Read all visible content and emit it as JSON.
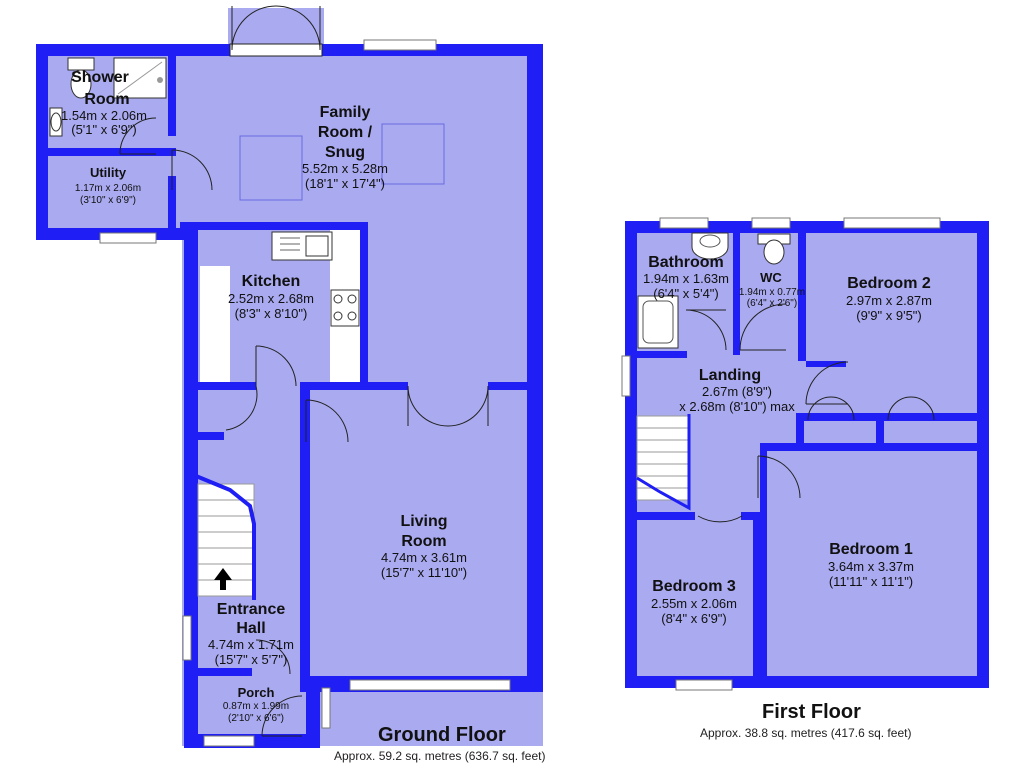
{
  "colors": {
    "wall": "#1e1ef5",
    "floor": "#aaaaf0",
    "window": "#ffffff",
    "fixture": "#ffffff"
  },
  "ground_floor": {
    "title": "Ground Floor",
    "area": "Approx. 59.2 sq. metres (636.7 sq. feet)",
    "rooms": {
      "shower_room": {
        "name1": "Shower",
        "name2": "Room",
        "metric": "1.54m x 2.06m",
        "imperial": "(5'1\" x 6'9\")"
      },
      "utility": {
        "name": "Utility",
        "metric": "1.17m x 2.06m",
        "imperial": "(3'10\" x 6'9\")"
      },
      "family_room": {
        "name1": "Family",
        "name2": "Room /",
        "name3": "Snug",
        "metric": "5.52m x 5.28m",
        "imperial": "(18'1\" x 17'4\")"
      },
      "kitchen": {
        "name": "Kitchen",
        "metric": "2.52m x 2.68m",
        "imperial": "(8'3\" x 8'10\")"
      },
      "living_room": {
        "name1": "Living",
        "name2": "Room",
        "metric": "4.74m x 3.61m",
        "imperial": "(15'7\" x 11'10\")"
      },
      "entrance_hall": {
        "name1": "Entrance",
        "name2": "Hall",
        "metric": "4.74m x 1.71m",
        "imperial": "(15'7\" x 5'7\")"
      },
      "porch": {
        "name": "Porch",
        "metric": "0.87m x 1.99m",
        "imperial": "(2'10\" x 6'6\")"
      }
    }
  },
  "first_floor": {
    "title": "First Floor",
    "area": "Approx. 38.8 sq. metres (417.6 sq. feet)",
    "rooms": {
      "bathroom": {
        "name": "Bathroom",
        "metric": "1.94m x 1.63m",
        "imperial": "(6'4\" x 5'4\")"
      },
      "wc": {
        "name": "WC",
        "metric": "1.94m x 0.77m",
        "imperial": "(6'4\" x 2'6\")"
      },
      "bedroom2": {
        "name": "Bedroom 2",
        "metric": "2.97m x 2.87m",
        "imperial": "(9'9\" x 9'5\")"
      },
      "landing": {
        "name": "Landing",
        "line1": "2.67m (8'9\")",
        "line2": "x 2.68m (8'10\") max"
      },
      "bedroom1": {
        "name": "Bedroom 1",
        "metric": "3.64m x 3.37m",
        "imperial": "(11'11\" x 11'1\")"
      },
      "bedroom3": {
        "name": "Bedroom 3",
        "metric": "2.55m x 2.06m",
        "imperial": "(8'4\" x 6'9\")"
      }
    }
  },
  "icons": {
    "stairs_arrow": "up-arrow-icon"
  }
}
